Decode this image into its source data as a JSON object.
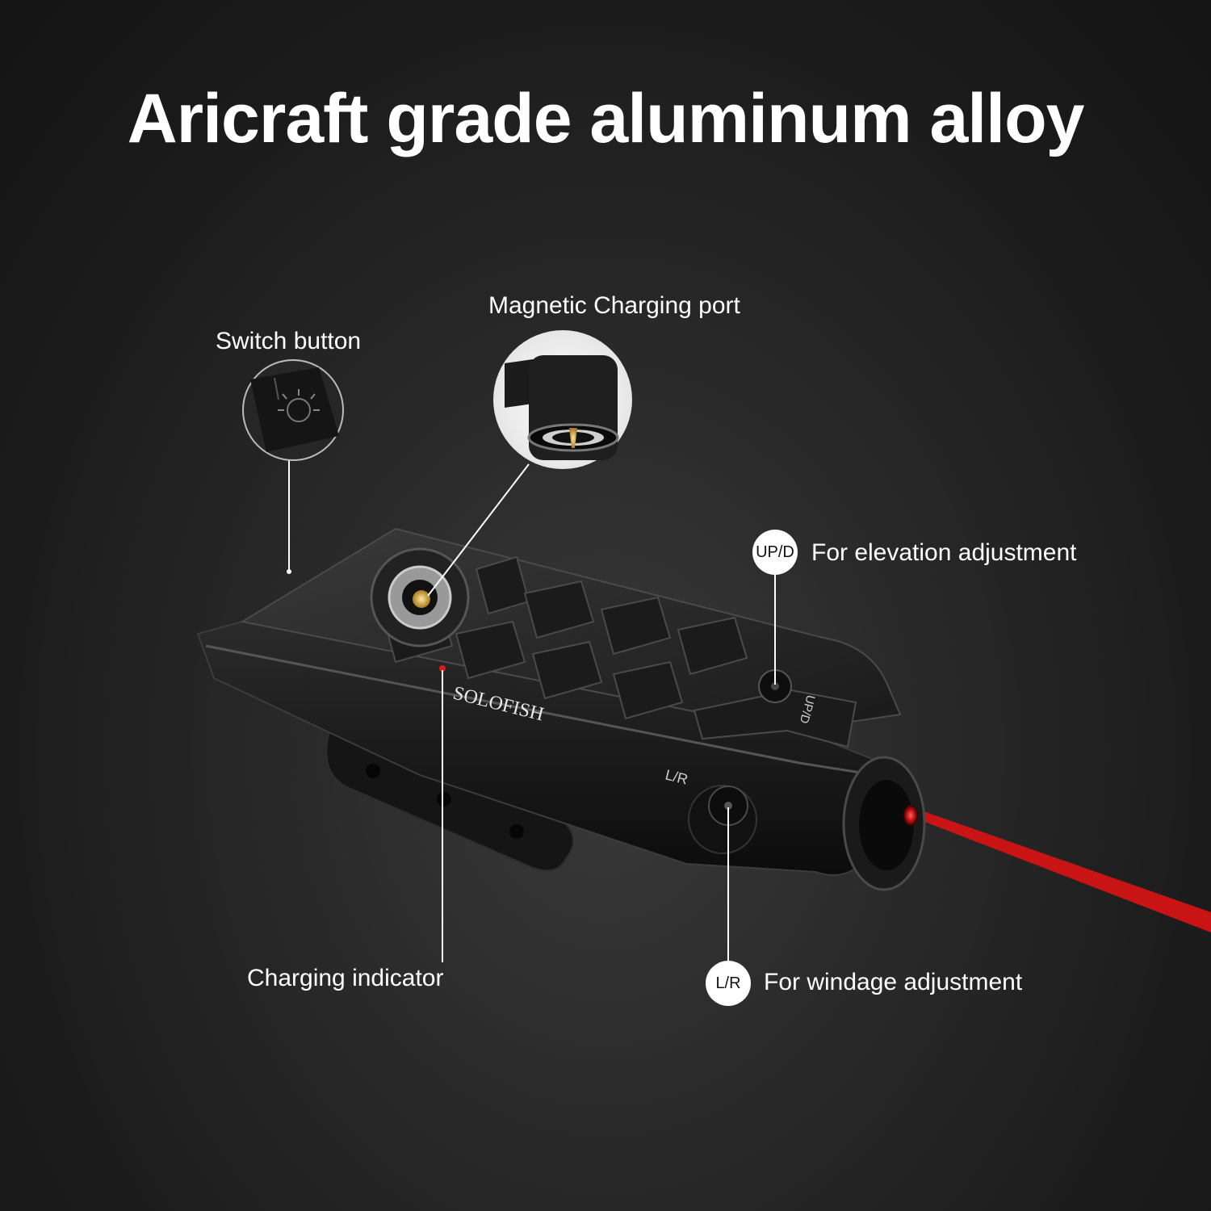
{
  "headline": "Aricraft grade aluminum alloy",
  "callouts": {
    "switch_button": "Switch button",
    "charging_port": "Magnetic Charging port",
    "elevation": "For elevation adjustment",
    "elevation_badge": "UP/D",
    "windage": "For windage adjustment",
    "windage_badge": "L/R",
    "charging_indicator": "Charging indicator"
  },
  "product": {
    "brand": "SOLOFISH",
    "engraving_updown": "UP/D",
    "engraving_lr": "L/R"
  },
  "colors": {
    "background": "#1c1c1c",
    "laser": "#d01818",
    "text": "#ffffff"
  }
}
